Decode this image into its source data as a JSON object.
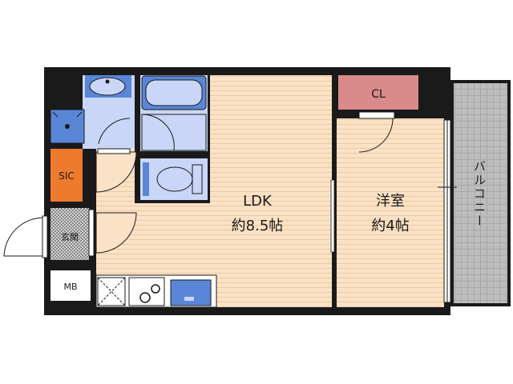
{
  "rooms": {
    "ldk": {
      "name": "LDK",
      "size": "約8.5帖"
    },
    "western": {
      "name": "洋室",
      "size": "約4帖"
    },
    "closet": {
      "label": "CL"
    },
    "sic": {
      "label": "SIC"
    },
    "entrance": {
      "label": "玄関"
    },
    "meter_box": {
      "label": "MB"
    },
    "balcony": {
      "label": "バルコニー"
    }
  },
  "colors": {
    "wall": "#1a1a1a",
    "floor_wood": "#fbe2c6",
    "floor_line": "#eac8a2",
    "water_area": "#c9d6f8",
    "fixture_blue": "#5a86d8",
    "closet": "#d98a8a",
    "sic": "#ee7a2d",
    "balcony": "#b9b9b9"
  }
}
